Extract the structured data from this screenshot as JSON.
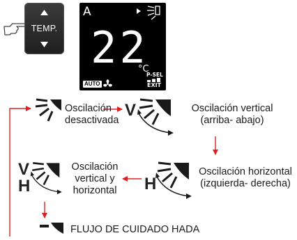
{
  "remote": {
    "button_label": "TEMP.",
    "icons": [
      "pointing-hand-icon",
      "up-arrow-icon",
      "down-arrow-icon"
    ]
  },
  "display": {
    "mode_letter": "A",
    "temperature": "22",
    "unit": "°C",
    "auto_label": "AUTO",
    "psel_label": "P-SEL",
    "exit_label": "EXIT"
  },
  "diagram": {
    "swing_off": {
      "line1": "Oscilación",
      "line2": "desactivada"
    },
    "swing_vertical": {
      "prefix": "V",
      "line1": "Oscilación vertical",
      "line2": "(arriba- abajo)"
    },
    "swing_horizontal": {
      "prefix": "H",
      "line1": "Oscilación horizontal",
      "line2": "(izquierda- derecha)"
    },
    "swing_both": {
      "prefix_v": "V",
      "prefix_h": "H",
      "line1": "Oscilación",
      "line2": "vertical y",
      "line3": "horizontal"
    },
    "fairy": {
      "label": "FLUJO DE CUIDADO HADA"
    }
  },
  "colors": {
    "arrow": "#e02020",
    "lcd_bg": "#000000",
    "button_bg": "#2b2b2b"
  }
}
